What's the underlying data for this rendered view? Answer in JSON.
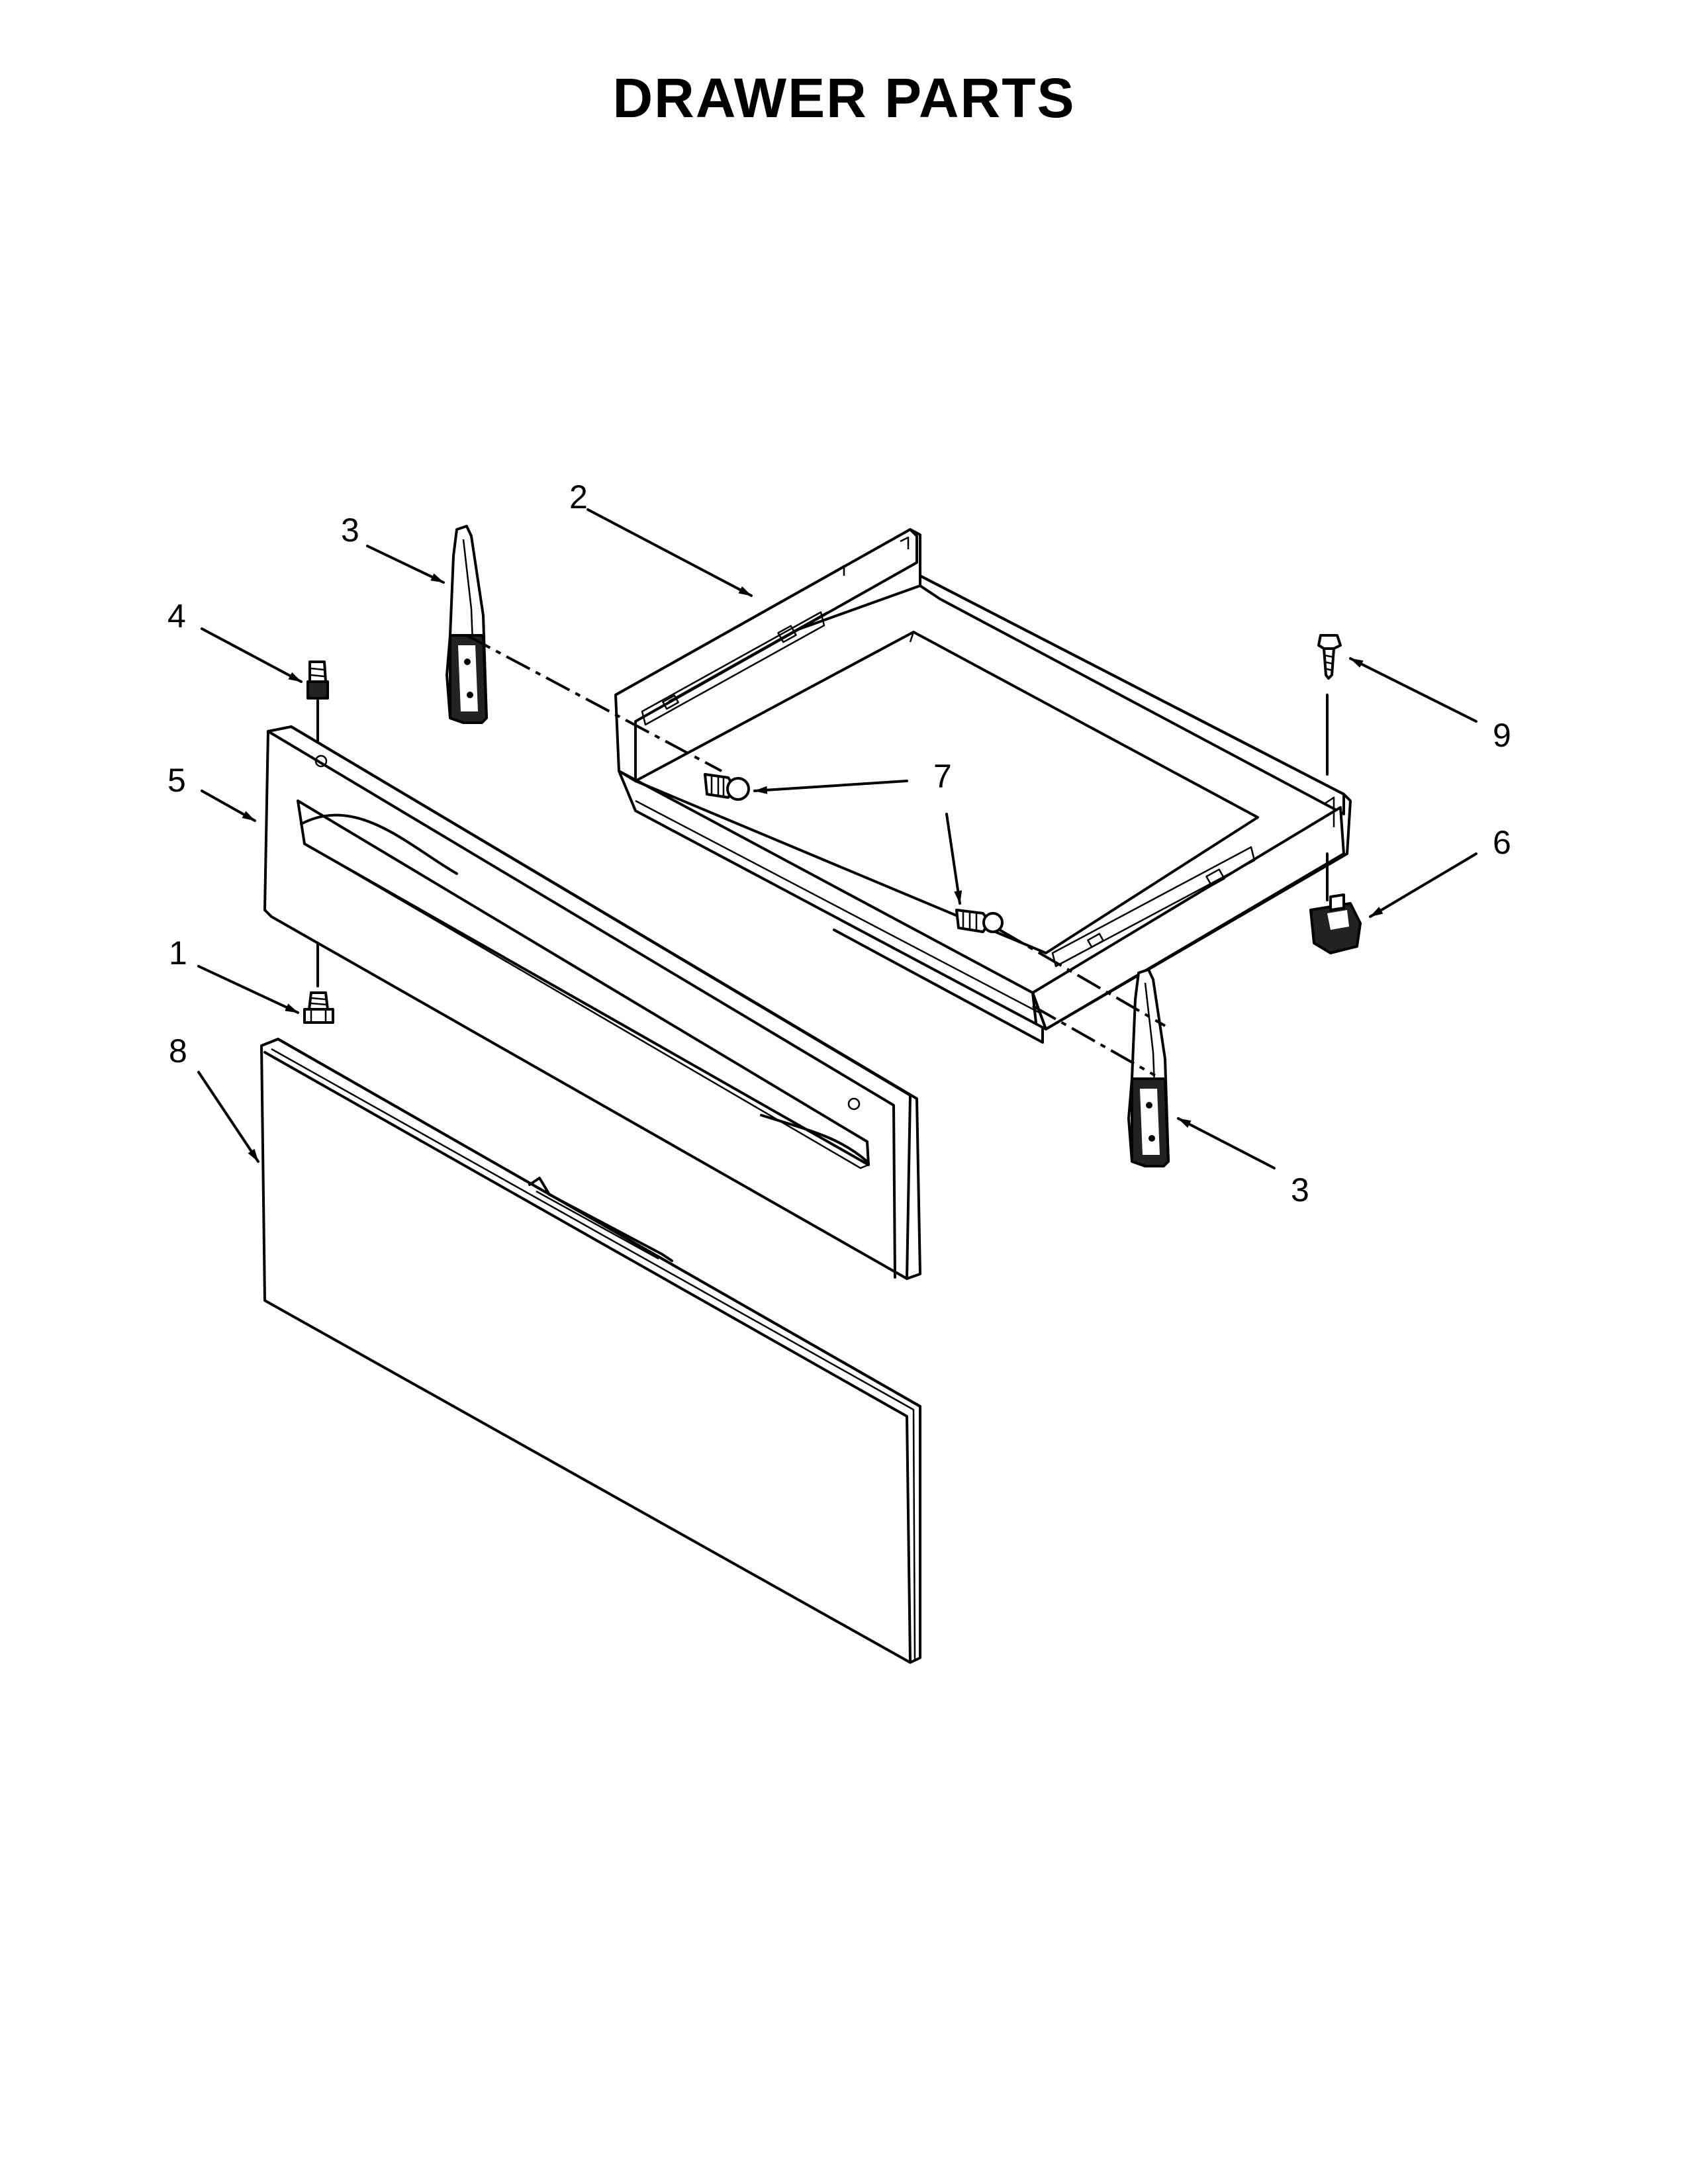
{
  "title": "DRAWER PARTS",
  "callouts": [
    {
      "id": "callout-1",
      "label": "1"
    },
    {
      "id": "callout-2",
      "label": "2"
    },
    {
      "id": "callout-3-top",
      "label": "3"
    },
    {
      "id": "callout-3-bottom",
      "label": "3"
    },
    {
      "id": "callout-4",
      "label": "4"
    },
    {
      "id": "callout-5",
      "label": "5"
    },
    {
      "id": "callout-6",
      "label": "6"
    },
    {
      "id": "callout-7",
      "label": "7"
    },
    {
      "id": "callout-8",
      "label": "8"
    },
    {
      "id": "callout-9",
      "label": "9"
    }
  ],
  "colors": {
    "line": "#000000",
    "background": "#ffffff"
  }
}
